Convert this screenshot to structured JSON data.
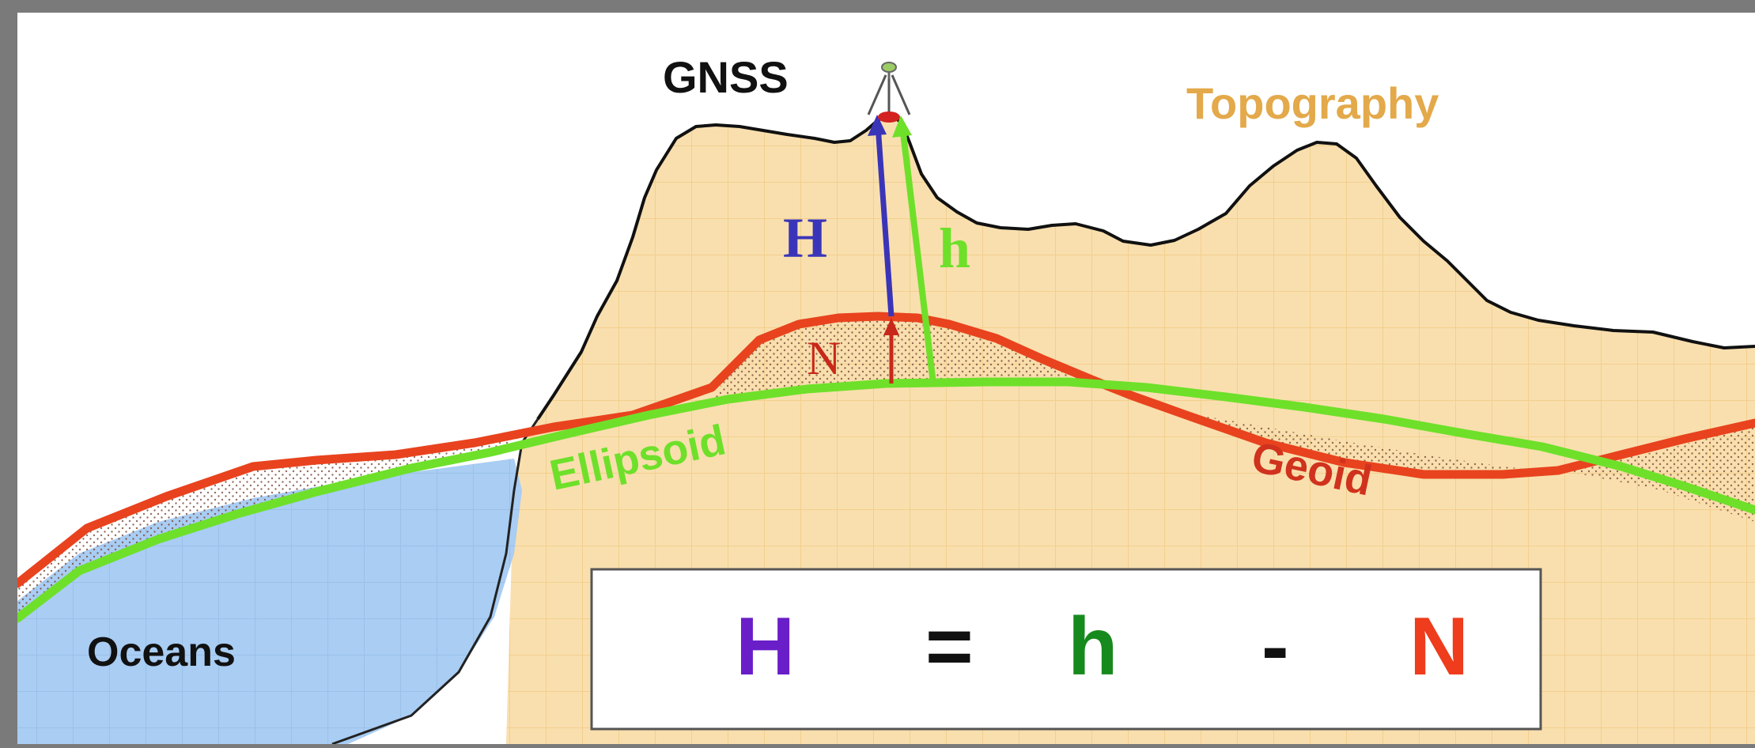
{
  "labels": {
    "gnss": "GNSS",
    "topography": "Topography",
    "ellipsoid": "Ellipsoid",
    "geoid": "Geoid",
    "oceans": "Oceans",
    "H": "H",
    "h": "h",
    "N": "N"
  },
  "formula": {
    "H": "H",
    "equals": "=",
    "h": "h",
    "minus": "-",
    "N": "N"
  },
  "colors": {
    "frame": "#7a7a7a",
    "sky": "#ffffff",
    "land": "#f9dfae",
    "ocean": "#a9cdf3",
    "geoid": "#e8431e",
    "ellipsoid": "#6ee02a",
    "orthometric": "#3a35b8",
    "topography_label": "#e3a94a",
    "formula_H": "#6a1ec8",
    "formula_h": "#178a1d",
    "formula_N": "#ee3c1c"
  },
  "icons": {
    "receiver": "gnss-tripod-icon"
  }
}
